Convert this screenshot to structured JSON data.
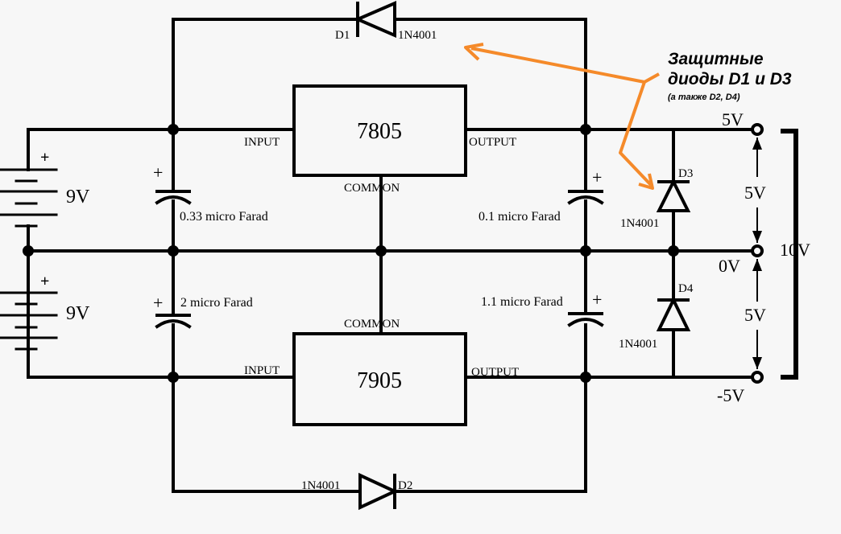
{
  "batteries": [
    {
      "label": "9V",
      "polarity": "+"
    },
    {
      "label": "9V",
      "polarity": "+"
    }
  ],
  "capacitors": [
    {
      "label": "0.33 micro Farad",
      "polarity": "+"
    },
    {
      "label": "2 micro Farad",
      "polarity": "+"
    },
    {
      "label": "0.1 micro Farad",
      "polarity": "+"
    },
    {
      "label": "1.1 micro Farad",
      "polarity": "+"
    }
  ],
  "regulators": [
    {
      "name": "7805",
      "input": "INPUT",
      "output": "OUTPUT",
      "common": "COMMON"
    },
    {
      "name": "7905",
      "input": "INPUT",
      "output": "OUTPUT",
      "common": "COMMON"
    }
  ],
  "diodes": [
    {
      "ref": "D1",
      "part": "1N4001"
    },
    {
      "ref": "D2",
      "part": "1N4001"
    },
    {
      "ref": "D3",
      "part": "1N4001"
    },
    {
      "ref": "D4",
      "part": "1N4001"
    }
  ],
  "outputs": {
    "top": "5V",
    "mid": "0V",
    "bottom": "-5V",
    "upper_span": "5V",
    "lower_span": "5V",
    "total": "10V"
  },
  "annotation": {
    "line1": "Защитные",
    "line2": "диоды D1 и D3",
    "line3": "(а также D2, D4)",
    "color": "#f58a2a"
  }
}
